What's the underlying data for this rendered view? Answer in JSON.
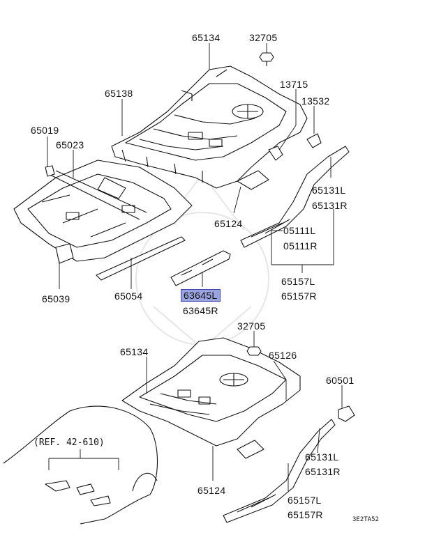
{
  "part_labels": {
    "p65134_top": "65134",
    "p32705_top": "32705",
    "p65138": "65138",
    "p13715": "13715",
    "p13532": "13532",
    "p65019": "65019",
    "p65023": "65023",
    "p65131L_top": "65131L",
    "p65131R_top": "65131R",
    "p05111L": "05111L",
    "p05111R": "05111R",
    "p65124_top": "65124",
    "p65039": "65039",
    "p65054": "65054",
    "p63645L": "63645L",
    "p63645R": "63645R",
    "p65157L_top": "65157L",
    "p65157R_top": "65157R",
    "p32705_bot": "32705",
    "p65134_bot": "65134",
    "p65126": "65126",
    "p60501": "60501",
    "p65131L_bot": "65131L",
    "p65131R_bot": "65131R",
    "p65124_bot": "65124",
    "p65157L_bot": "65157L",
    "p65157R_bot": "65157R"
  },
  "reference": "(REF. 42-610)",
  "diagram_code": "3E2TA52",
  "highlight_color": "#9aa3e0"
}
